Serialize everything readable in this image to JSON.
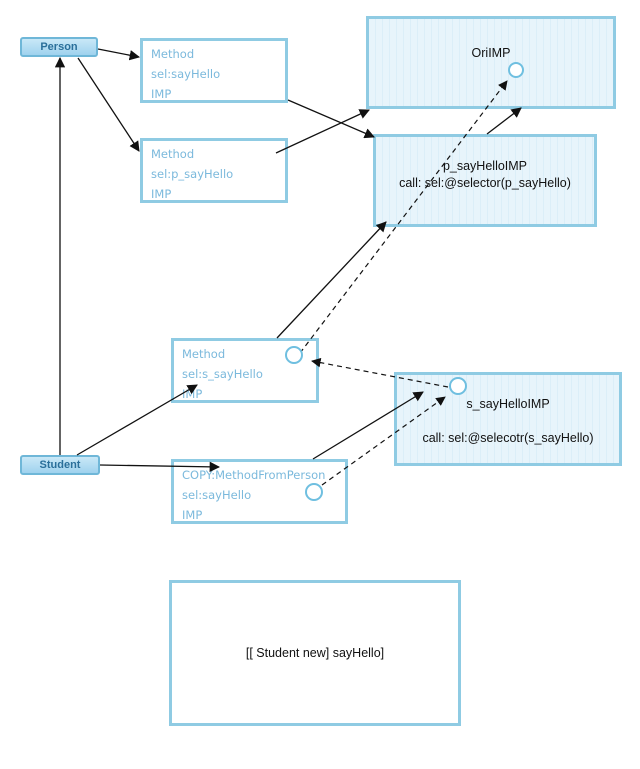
{
  "nodes": {
    "person": "Person",
    "student": "Student",
    "method_sayhello": [
      "Method",
      "sel:sayHello",
      "IMP"
    ],
    "method_p_sayhello": [
      "Method",
      "sel:p_sayHello",
      "IMP"
    ],
    "method_s_sayhello": [
      "Method",
      "sel:s_sayHello",
      "IMP"
    ],
    "method_copy": [
      "COPY:MethodFromPerson",
      "sel:sayHello",
      "IMP"
    ],
    "ori_imp": "OriIMP",
    "p_imp": [
      "p_sayHelloIMP",
      "call: sel:@selector(p_sayHello)"
    ],
    "s_imp": [
      "s_sayHelloIMP",
      "call: sel:@selecotr(s_sayHello)"
    ],
    "call_box": "[[ Student new] sayHello]"
  },
  "colors": {
    "box_border": "#8fcbe3",
    "method_text": "#7bb9dc",
    "arrow": "#111111"
  }
}
